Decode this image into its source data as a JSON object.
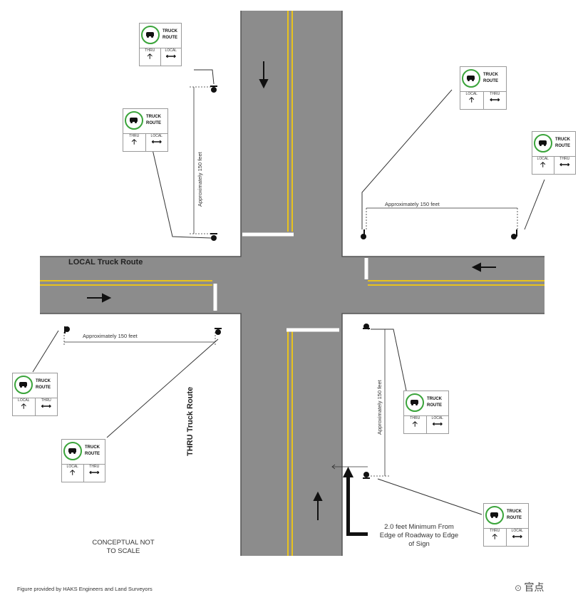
{
  "labels": {
    "local_route": "LOCAL Truck Route",
    "thru_route": "THRU Truck Route",
    "approx_150_top_vertical": "Approximately 150 feet",
    "approx_150_top_right": "Approximately 150 feet",
    "approx_150_bottom_left": "Approximately 150 feet",
    "approx_150_bottom_right_vertical": "Approximately 150 feet",
    "offset_note_line1": "2.0 feet Minimum From",
    "offset_note_line2": "Edge of Roadway to Edge",
    "offset_note_line3": "of Sign",
    "conceptual_line1": "CONCEPTUAL NOT",
    "conceptual_line2": "TO SCALE",
    "credit": "Figure provided by HAKS Engineers and Land Surveyors",
    "watermark": "官点"
  },
  "sign": {
    "line1": "TRUCK",
    "line2": "ROUTE",
    "thru": "THRU",
    "local": "LOCAL",
    "up_arrow": "🡡",
    "lr_arrow": "⟷"
  },
  "colors": {
    "road": "#8c8c8c",
    "yellow": "#e8c21d",
    "white_line": "#ffffff",
    "edge": "#4a4a4a",
    "green_ring": "#3aa43a"
  },
  "icons": {
    "truck": "truck-icon",
    "post": "sign-post-icon",
    "arrow": "direction-arrow-icon"
  }
}
